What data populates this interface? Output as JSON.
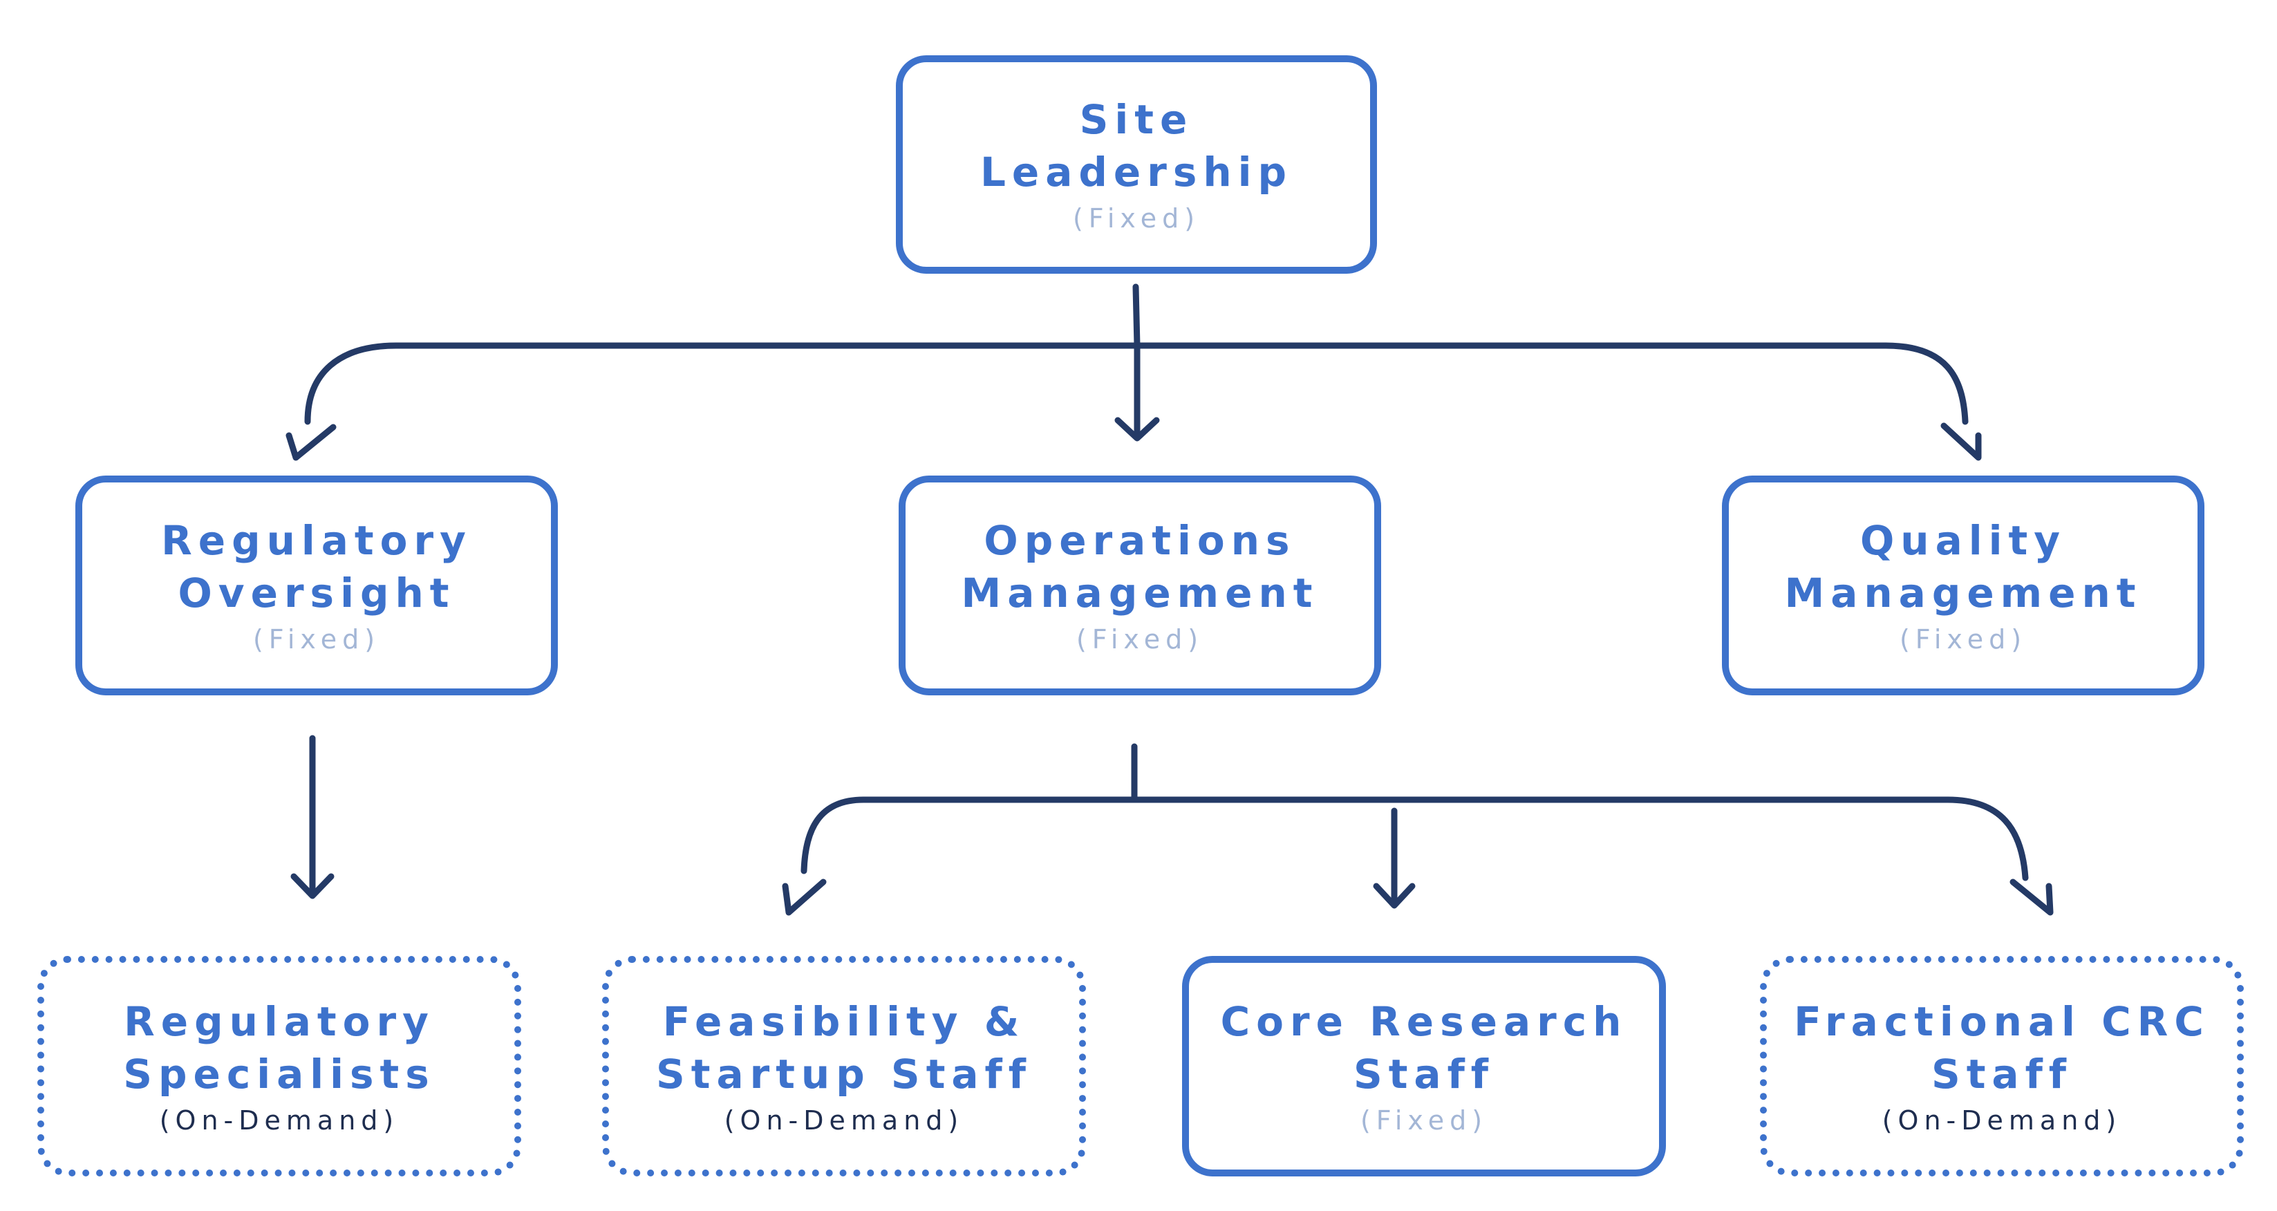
{
  "colors": {
    "box_border": "#3d72cc",
    "title_text": "#3d72cc",
    "fixed_text": "#a3b6d6",
    "on_demand_text": "#1e2d4f",
    "connector": "#243a66"
  },
  "nodes": {
    "site_leadership": {
      "title_1": "Site",
      "title_2": "Leadership",
      "sub": "(Fixed)"
    },
    "regulatory_oversight": {
      "title_1": "Regulatory",
      "title_2": "Oversight",
      "sub": "(Fixed)"
    },
    "operations_management": {
      "title_1": "Operations",
      "title_2": "Management",
      "sub": "(Fixed)"
    },
    "quality_management": {
      "title_1": "Quality",
      "title_2": "Management",
      "sub": "(Fixed)"
    },
    "regulatory_specialists": {
      "title_1": "Regulatory",
      "title_2": "Specialists",
      "sub": "(On-Demand)"
    },
    "feasibility_startup": {
      "title_1": "Feasibility &",
      "title_2": "Startup Staff",
      "sub": "(On-Demand)"
    },
    "core_research": {
      "title_1": "Core Research",
      "title_2": "Staff",
      "sub": "(Fixed)"
    },
    "fractional_crc": {
      "title_1": "Fractional CRC",
      "title_2": "Staff",
      "sub": "(On-Demand)"
    }
  },
  "edges": [
    {
      "from": "site_leadership",
      "to": "regulatory_oversight"
    },
    {
      "from": "site_leadership",
      "to": "operations_management"
    },
    {
      "from": "site_leadership",
      "to": "quality_management"
    },
    {
      "from": "regulatory_oversight",
      "to": "regulatory_specialists"
    },
    {
      "from": "operations_management",
      "to": "feasibility_startup"
    },
    {
      "from": "operations_management",
      "to": "core_research"
    },
    {
      "from": "operations_management",
      "to": "fractional_crc"
    }
  ]
}
